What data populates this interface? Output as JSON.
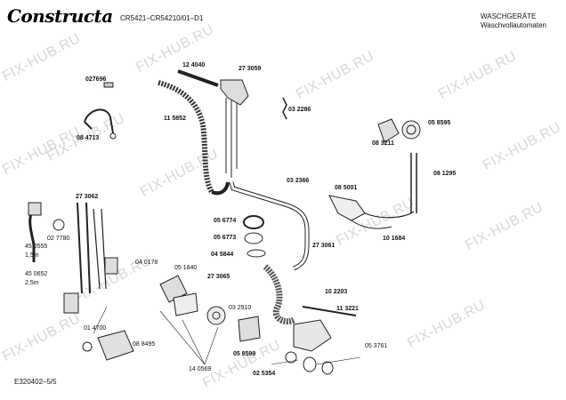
{
  "header": {
    "brand": "Constructa",
    "model": "CR5421–CR54210/01–D1",
    "category_line1": "WASCHGERÄTE",
    "category_line2": "Waschvollautomaten"
  },
  "footer": {
    "doc_code": "E320402–5/5"
  },
  "watermark": {
    "text": "FIX-HUB.RU"
  },
  "parts": [
    {
      "id": "p1",
      "label": "12 4040",
      "bold": true
    },
    {
      "id": "p2",
      "label": "027696",
      "bold": true
    },
    {
      "id": "p3",
      "label": "27 3059",
      "bold": true
    },
    {
      "id": "p4",
      "label": "11 5852",
      "bold": true
    },
    {
      "id": "p5",
      "label": "03 2286",
      "bold": true
    },
    {
      "id": "p6",
      "label": "08 4713",
      "bold": true
    },
    {
      "id": "p7",
      "label": "05 8595",
      "bold": true
    },
    {
      "id": "p8",
      "label": "08 3211",
      "bold": true
    },
    {
      "id": "p9",
      "label": "08 1295",
      "bold": true
    },
    {
      "id": "p10",
      "label": "27 3062",
      "bold": true
    },
    {
      "id": "p11",
      "label": "03 2366",
      "bold": true
    },
    {
      "id": "p12",
      "label": "08 5001",
      "bold": true
    },
    {
      "id": "p13",
      "label": "02 7780",
      "bold": false
    },
    {
      "id": "p14",
      "label": "05 6774",
      "bold": true
    },
    {
      "id": "p15",
      "label": "05 6773",
      "bold": true
    },
    {
      "id": "p16",
      "label": "10 1684",
      "bold": true
    },
    {
      "id": "p17",
      "label": "45 0555",
      "bold": false
    },
    {
      "id": "p18",
      "label": "1,5m",
      "bold": false
    },
    {
      "id": "p19",
      "label": "04 5844",
      "bold": true
    },
    {
      "id": "p20",
      "label": "27 3061",
      "bold": true
    },
    {
      "id": "p21",
      "label": "04 0178",
      "bold": false
    },
    {
      "id": "p22",
      "label": "05 1840",
      "bold": false
    },
    {
      "id": "p23",
      "label": "45 0652",
      "bold": false
    },
    {
      "id": "p24",
      "label": "2,5m",
      "bold": false
    },
    {
      "id": "p25",
      "label": "27 3065",
      "bold": true
    },
    {
      "id": "p26",
      "label": "10 2203",
      "bold": true
    },
    {
      "id": "p27",
      "label": "03 2910",
      "bold": false
    },
    {
      "id": "p28",
      "label": "11 3221",
      "bold": true
    },
    {
      "id": "p29",
      "label": "01 4700",
      "bold": false
    },
    {
      "id": "p30",
      "label": "08 8495",
      "bold": false
    },
    {
      "id": "p31",
      "label": "05 8599",
      "bold": true
    },
    {
      "id": "p32",
      "label": "05 3761",
      "bold": false
    },
    {
      "id": "p33",
      "label": "14 0569",
      "bold": false
    },
    {
      "id": "p34",
      "label": "02 5354",
      "bold": true
    }
  ]
}
